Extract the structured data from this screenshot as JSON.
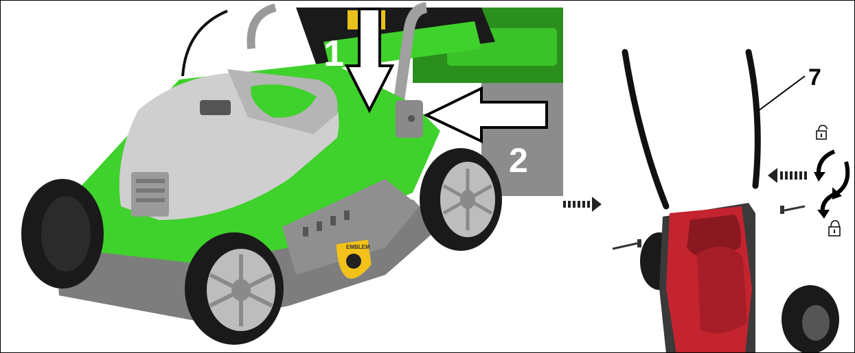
{
  "left_figure": {
    "label_1": "1",
    "label_2": "2",
    "badge_text": "EMBLEM",
    "colors": {
      "body_green": "#3fd12c",
      "hood_gray": "#c9c9c9",
      "deck_gray": "#7d7d7d",
      "background_gray": "#8c8c8c",
      "badge_yellow": "#f2c21a"
    }
  },
  "right_figure": {
    "label_7": "7",
    "colors": {
      "body_red": "#c4242f",
      "handle_black": "#111111"
    }
  }
}
